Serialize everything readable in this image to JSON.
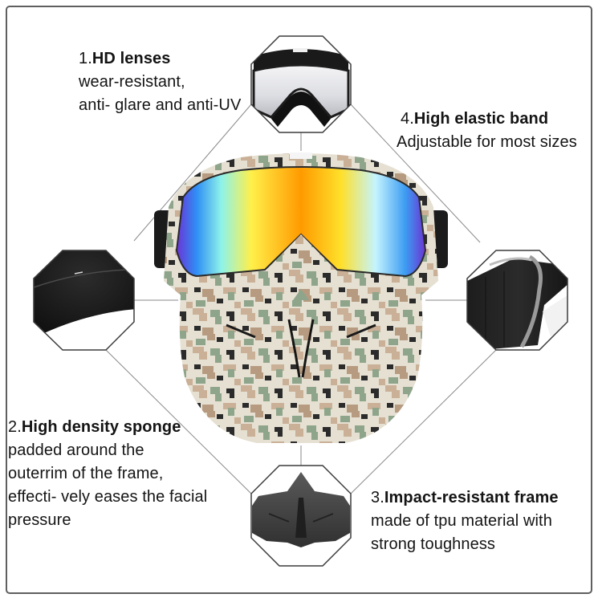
{
  "features": [
    {
      "number": "1.",
      "title": "HD lenses",
      "lines": [
        "wear-resistant,",
        "anti- glare and anti-UV"
      ],
      "detail_image": "clear-lens-goggle"
    },
    {
      "number": "2.",
      "title": "High density sponge",
      "lines": [
        "padded around the",
        "outerrim of the frame,",
        "effecti- vely eases the facial",
        "pressure"
      ],
      "detail_image": "black-foam-padding"
    },
    {
      "number": "3.",
      "title": "Impact-resistant frame",
      "lines": [
        "made of tpu material with",
        "strong toughness"
      ],
      "detail_image": "black-tpu-mouth-guard"
    },
    {
      "number": "4.",
      "title": "High elastic band",
      "lines": [
        "Adjustable for most sizes"
      ],
      "detail_image": "elastic-strap-buckle"
    }
  ],
  "product": {
    "name": "camo-goggle-face-mask",
    "lens_colors": [
      "#7a3df0",
      "#2fb8f5",
      "#8ff0e8",
      "#ffe83a",
      "#ff9a00",
      "#ffd400",
      "#bff3ff",
      "#3aa4f0",
      "#6a3bd8"
    ],
    "camo_colors": [
      "#e9e4d7",
      "#cdb59c",
      "#8fa78c",
      "#2a2a2a",
      "#b89c82"
    ]
  },
  "colors": {
    "frame_border": "#5f5f5f",
    "connector_line": "#8a8a8a",
    "octagon_border": "#3c3c3c",
    "text": "#141414"
  }
}
